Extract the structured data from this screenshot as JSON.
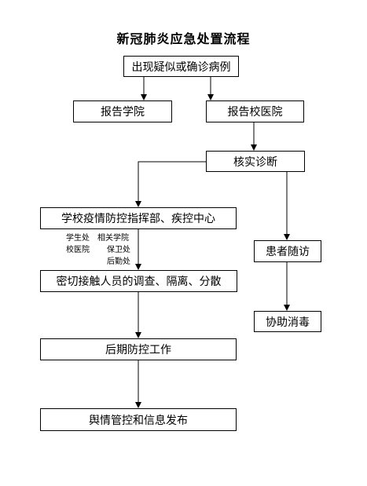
{
  "title": "新冠肺炎应急处置流程",
  "nodes": {
    "start": "出现疑似或确诊病例",
    "report_school": "报告学院",
    "report_hospital": "报告校医院",
    "verify": "核实诊断",
    "command": "学校疫情防控指挥部、疾控中心",
    "investigate": "密切接触人员的调查、隔离、分散",
    "followup": "患者随访",
    "assist": "协助消毒",
    "prevention": "后期防控工作",
    "opinion": "舆情管控和信息发布"
  },
  "departments": {
    "student_office": "学生处",
    "related_college": "相关学院",
    "school_hospital": "校医院",
    "security_office": "保卫处",
    "logistics_office": "后勤处"
  }
}
